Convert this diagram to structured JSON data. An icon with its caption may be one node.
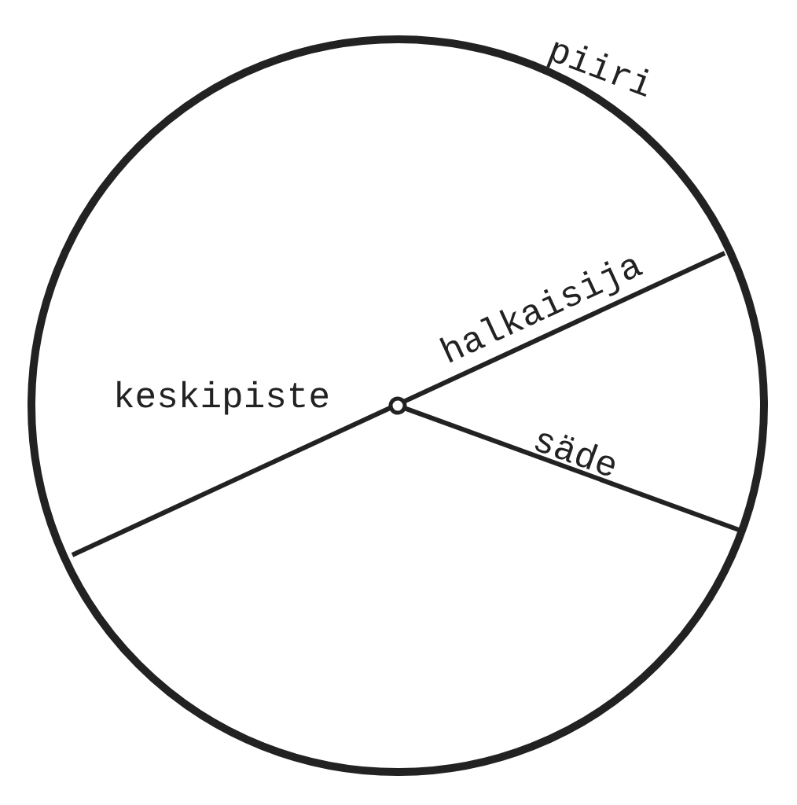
{
  "diagram": {
    "labels": [
      "piiri",
      "halkaisija",
      "keskipiste",
      "säde"
    ]
  }
}
